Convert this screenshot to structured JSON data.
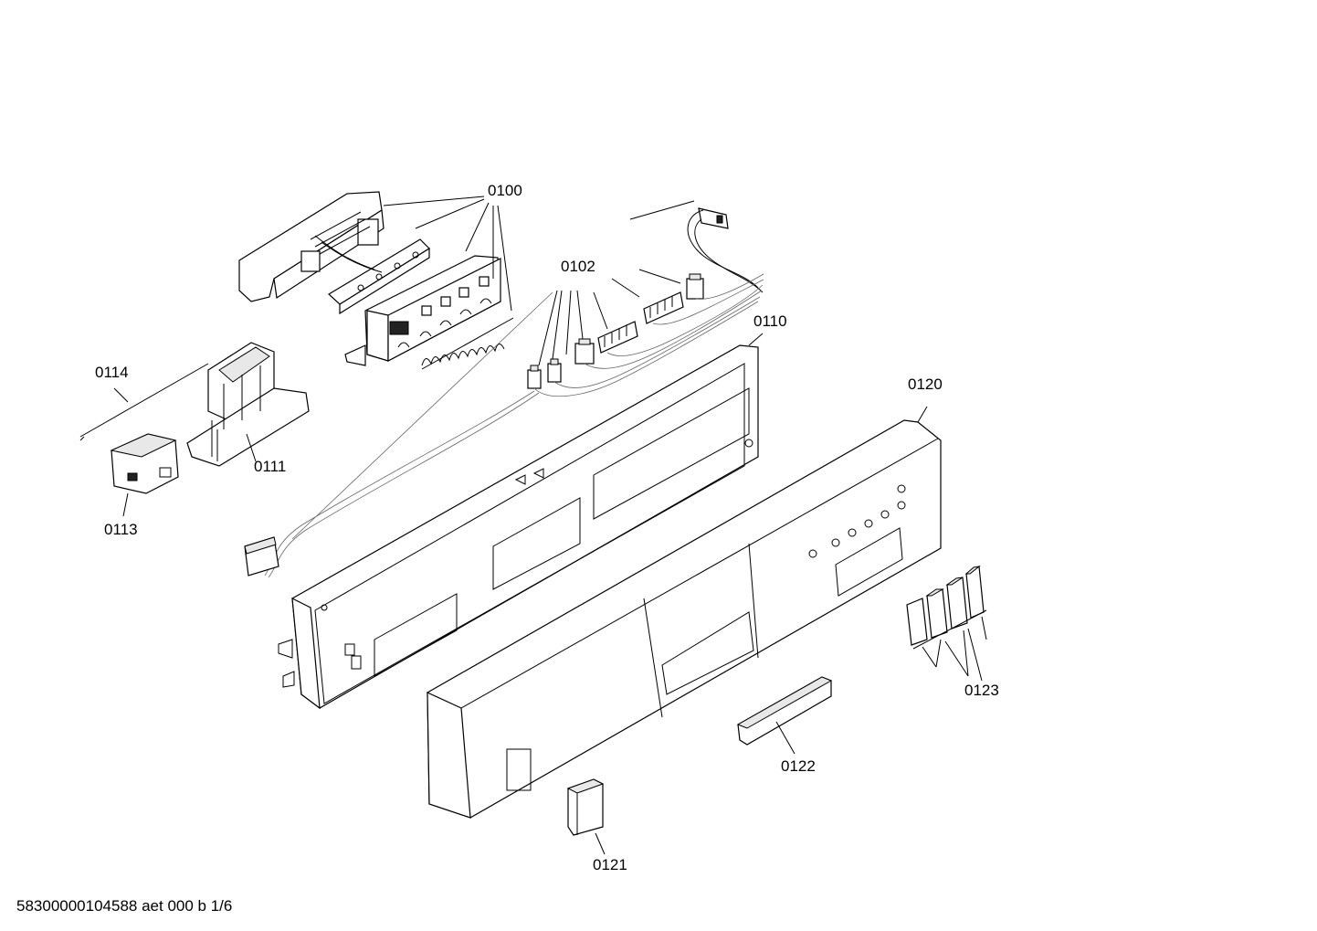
{
  "labels": {
    "p0100": "0100",
    "p0102": "0102",
    "p0110": "0110",
    "p0111": "0111",
    "p0113": "0113",
    "p0114": "0114",
    "p0120": "0120",
    "p0121": "0121",
    "p0122": "0122",
    "p0123": "0123"
  },
  "footer": "58300000104588 aet 000 b 1/6"
}
